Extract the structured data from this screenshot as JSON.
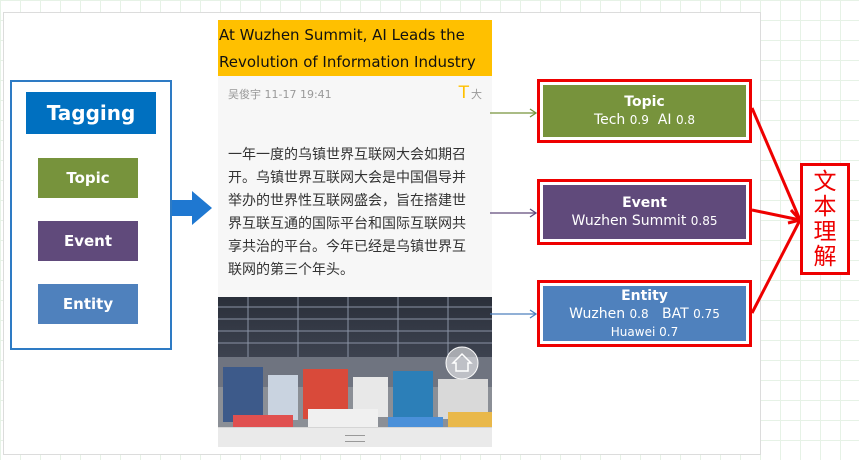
{
  "tagging": {
    "title": "Tagging",
    "items": [
      "Topic",
      "Event",
      "Entity"
    ]
  },
  "article": {
    "headline_line1": "At Wuzhen Summit, AI Leads the",
    "headline_line2": "Revolution of Information Industry",
    "author_time": "吴俊宇  11-17 19:41",
    "font_ctl": "大",
    "body_lines": [
      "一年一度的乌镇世界互联网大会如期召",
      "开。乌镇世界互联网大会是中国倡导并",
      "举办的世界性互联网盛会，旨在搭建世",
      "界互联互通的国际平台和国际互联网共",
      "享共治的平台。今年已经是乌镇世界互",
      "联网的第三个年头。"
    ]
  },
  "results": {
    "topic": {
      "title": "Topic",
      "l1": "Tech",
      "l1s": "0.9",
      "l2": "AI",
      "l2s": "0.8"
    },
    "event": {
      "title": "Event",
      "l1": "Wuzhen Summit",
      "l1s": "0.85"
    },
    "entity": {
      "title": "Entity",
      "l1": "Wuzhen",
      "l1s": "0.8",
      "l2": "BAT",
      "l2s": "0.75",
      "l3": "Huawei",
      "l3s": "0.7"
    }
  },
  "understanding": [
    "文",
    "本",
    "理",
    "解"
  ],
  "colors": {
    "topic": "#77933c",
    "event": "#604a7b",
    "entity": "#4f81bd",
    "tagging": "#0070c0",
    "headline_bg": "#ffc000",
    "highlight_border": "#ee0000"
  }
}
